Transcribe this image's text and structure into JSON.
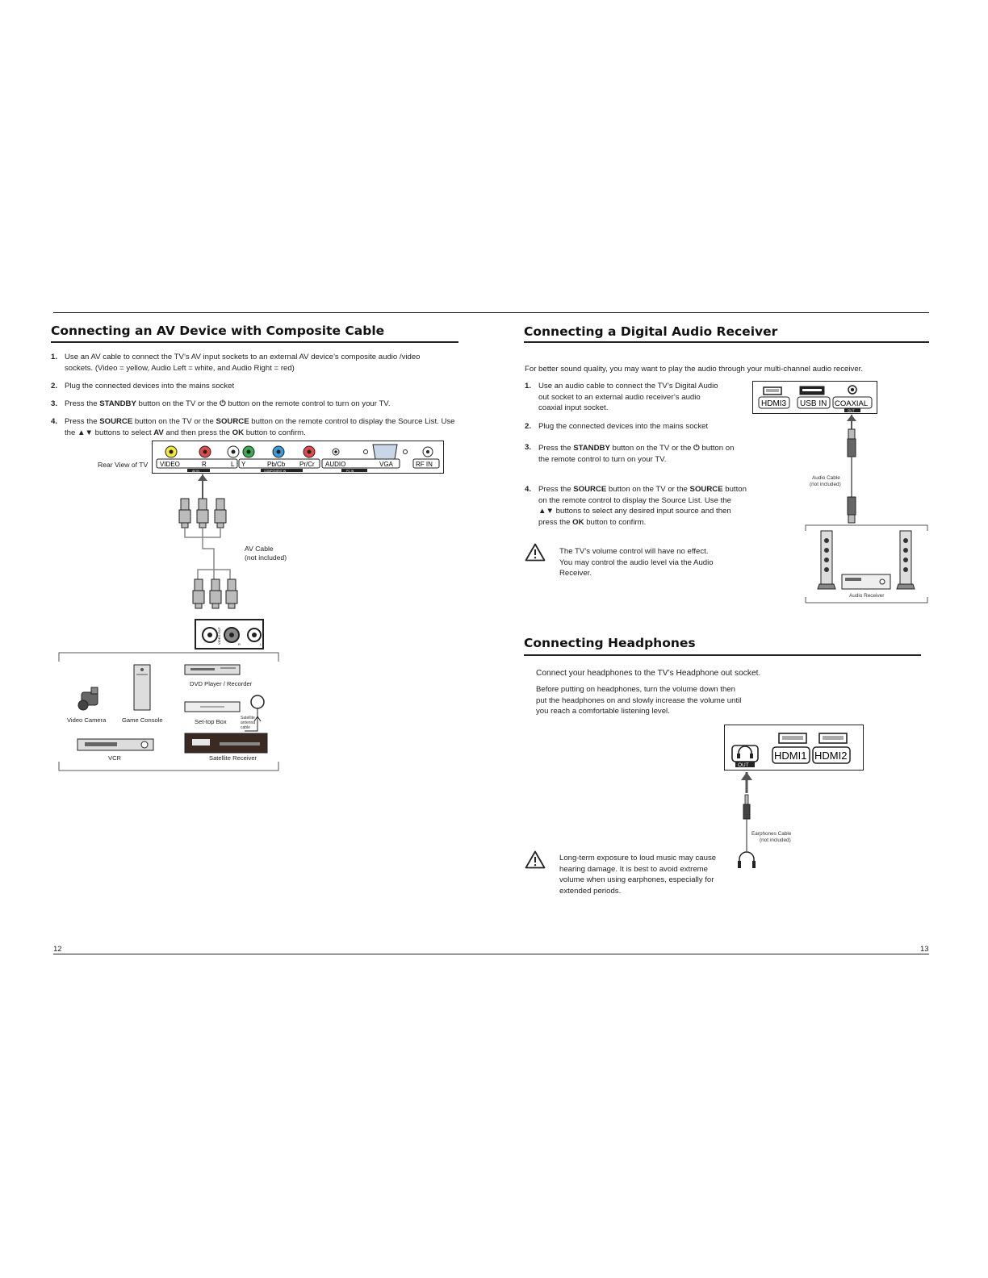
{
  "left": {
    "title": "Connecting an AV Device with Composite Cable",
    "steps": [
      {
        "num": "1.",
        "text": "Use an AV cable to connect the TV’s AV  input sockets to an external AV device’s  composite audio /video sockets. (Video = yellow, Audio Left = white, and Audio Right = red)"
      },
      {
        "num": "2.",
        "text": "Plug the connected devices into the mains socket"
      },
      {
        "num": "3.",
        "pre": "Press the ",
        "b1": "STANDBY",
        "mid": " button  on the TV or the ",
        "sym": "⏻",
        "post": "  button on the remote control to turn on your TV."
      },
      {
        "num": "4.",
        "pre": "Press the ",
        "b1": "SOURCE",
        "mid": " button on the  TV or the ",
        "b2": "SOURCE",
        "mid2": " button on the remote control to  display the Source List. Use the ",
        "arrows": "▲▼",
        "mid3": " buttons to select ",
        "b3": "AV",
        "mid4": " and then press the ",
        "b4": "OK",
        "post": " button to confirm."
      }
    ],
    "rear_view_label": "Rear View of TV",
    "panel": {
      "video": "VIDEO",
      "r": "R",
      "l": "L",
      "y": "Y",
      "pbcb": "Pb/Cb",
      "prcr": "Pr/Cr",
      "audio": "AUDIO",
      "vga": "VGA",
      "rfin": "RF IN",
      "avin": "AV IN",
      "component": "COMPONENT IN",
      "pcin": "PC IN"
    },
    "av_cable_label": "AV Cable",
    "av_cable_note": "(not included)",
    "device_socket_labels": [
      "VIDEO OUT",
      "R",
      "L"
    ],
    "devices": {
      "dvd": "DVD Player / Recorder",
      "camera": "Video Camera",
      "console": "Game Console",
      "settop": "Set-top Box",
      "satcable": "Satellite antenna cable",
      "vcr": "VCR",
      "satreceiver": "Satellite Receiver"
    },
    "page_number": "12"
  },
  "right": {
    "title1": "Connecting a Digital Audio Receiver",
    "intro": "For better sound quality, you may want to play the audio through your multi-channel audio receiver.",
    "steps": [
      {
        "num": "1.",
        "text": "Use an audio cable to connect the TV’s Digital Audio out socket to an external audio receiver’s audio coaxial input socket."
      },
      {
        "num": "2.",
        "text": "Plug the connected devices into the mains socket"
      },
      {
        "num": "3.",
        "pre": "Press the ",
        "b1": "STANDBY",
        "mid": " button  on the TV or the ",
        "sym": "⏻",
        "post": " button on the remote control to turn  on your TV."
      },
      {
        "num": "4.",
        "pre": "Press the ",
        "b1": "SOURCE",
        "mid": " button on the  TV or the  ",
        "b2": "SOURCE",
        "mid2": " button on the remote control to display the Source List. Use the ",
        "arrows": "▲▼",
        "mid3": " buttons to select any desired input source and then press the ",
        "b4": "OK",
        "post": "  button to confirm."
      }
    ],
    "warning1": "The TV’s volume control will have no effect. You may control the audio level via the Audio Receiver.",
    "panel1": {
      "hdmi3": "HDMI3",
      "usbin": "USB IN",
      "coaxial": "COAXIAL",
      "out": "OUT"
    },
    "audio_cable_label": "Audio  Cable",
    "audio_cable_note": "(not included)",
    "audio_receiver_label": "Audio Receiver",
    "title2": "Connecting Headphones",
    "hp_line1": "Connect your headphones to the TV’s Headphone out socket.",
    "hp_line2": "Before putting on headphones, turn the volume down then put the headphones on and slowly increase the volume until you reach a comfortable listening level.",
    "panel2": {
      "out": "OUT",
      "hdmi1": "HDMI1",
      "hdmi2": "HDMI2"
    },
    "earphones_label": "Earphones Cable",
    "earphones_note": "(not included)",
    "warning2": "Long-term exposure to loud music may cause hearing damage. It is best to avoid extreme volume when using earphones, especially for extended periods.",
    "page_number": "13"
  }
}
